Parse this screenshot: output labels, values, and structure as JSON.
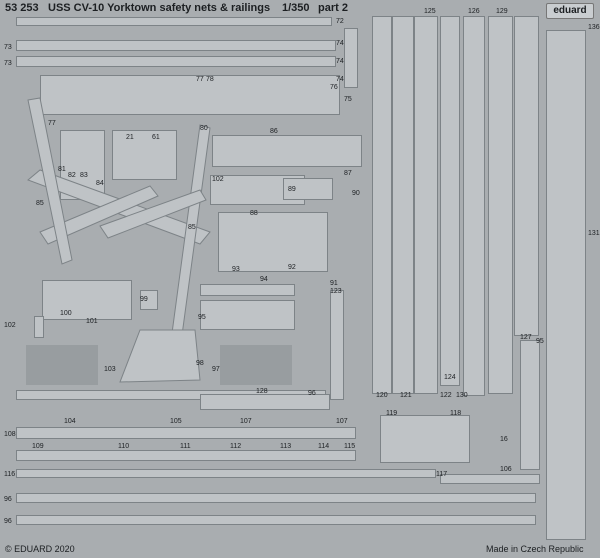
{
  "header": {
    "kit_number": "53 253",
    "title": "USS CV-10 Yorktown safety nets & railings",
    "scale": "1/350",
    "part": "part 2",
    "logo": "eduard"
  },
  "footer": {
    "copyright": "© EDUARD 2020",
    "made_in": "Made in Czech Republic"
  },
  "part_numbers": {
    "p72": "72",
    "p73a": "73",
    "p73b": "73",
    "p74a": "74",
    "p74b": "74",
    "p74c": "74",
    "p75": "75",
    "p76": "76",
    "p77a": "77",
    "p77b": "77",
    "p78": "78",
    "p80": "80",
    "p81": "81",
    "p82": "82",
    "p83": "83",
    "p84": "84",
    "p85a": "85",
    "p85b": "85",
    "p86": "86",
    "p87": "87",
    "p88": "88",
    "p89": "89",
    "p90": "90",
    "p91": "91",
    "p92": "92",
    "p93": "93",
    "p94": "94",
    "p95a": "95",
    "p95b": "95",
    "p96a": "96",
    "p96b": "96",
    "p96c": "96",
    "p97": "97",
    "p98": "98",
    "p99": "99",
    "p100": "100",
    "p101": "101",
    "p102a": "102",
    "p102b": "102",
    "p103": "103",
    "p104": "104",
    "p105": "105",
    "p106": "106",
    "p107a": "107",
    "p107b": "107",
    "p108": "108",
    "p109": "109",
    "p110": "110",
    "p111": "111",
    "p112": "112",
    "p113": "113",
    "p114": "114",
    "p115": "115",
    "p116": "116",
    "p117": "117",
    "p118": "118",
    "p119": "119",
    "p120": "120",
    "p121": "121",
    "p122": "122",
    "p123": "123",
    "p124": "124",
    "p125": "125",
    "p126": "126",
    "p127": "127",
    "p128": "128",
    "p129": "129",
    "p130": "130",
    "p131": "131",
    "p21": "21",
    "p61": "61",
    "p16": "16",
    "p136": "136"
  },
  "colors": {
    "sheet": "#a9adb0",
    "part_fill": "#bfc3c6",
    "part_edge": "#7d8387",
    "mesh": "#8e9396",
    "text": "#1c1f22"
  }
}
